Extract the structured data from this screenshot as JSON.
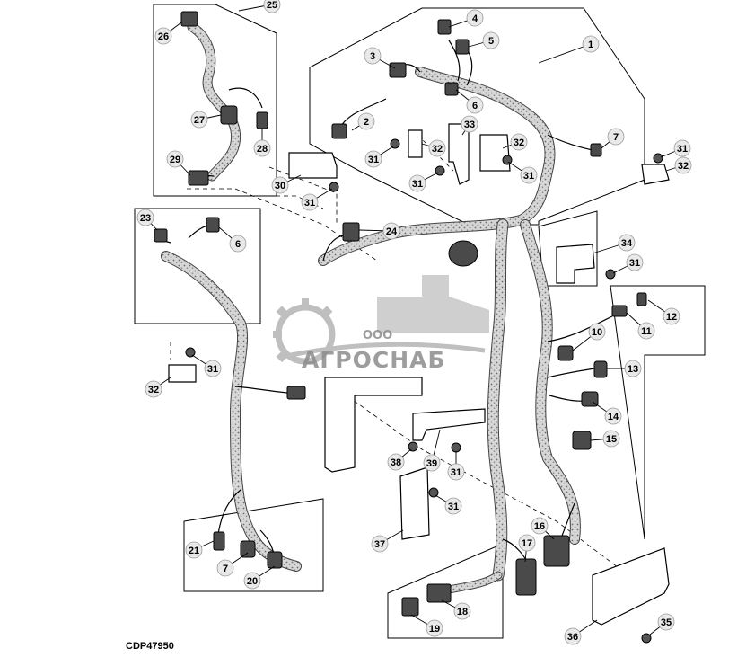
{
  "figure_code": "CDP47950",
  "watermark": {
    "company_prefix": "ООО",
    "company_name": "АГРОСНАБ"
  },
  "callouts": [
    "1",
    "2",
    "3",
    "4",
    "5",
    "6",
    "7",
    "10",
    "11",
    "12",
    "13",
    "14",
    "15",
    "16",
    "17",
    "18",
    "19",
    "20",
    "21",
    "23",
    "24",
    "25",
    "26",
    "27",
    "28",
    "29",
    "30",
    "31",
    "32",
    "33",
    "34",
    "35",
    "36",
    "37",
    "38",
    "39"
  ],
  "colors": {
    "line": "#000000",
    "harness": "#b9b9b9",
    "callout_fill": "#e9e9e9",
    "watermark": "#8c8c8c"
  }
}
